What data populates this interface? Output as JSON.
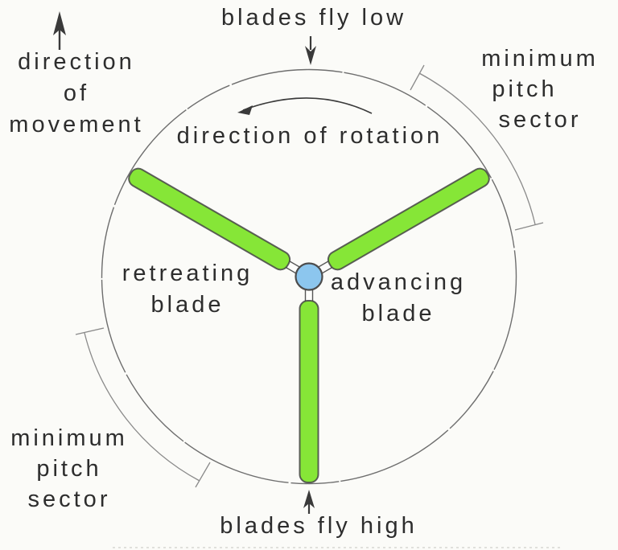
{
  "diagram_type": "helicopter-rotor-disc-diagram",
  "labels": {
    "blades_fly_low": "blades fly low",
    "blades_fly_high": "blades fly high",
    "direction_of_rotation": "direction of rotation",
    "direction_of_movement": {
      "lines": [
        "direction",
        "of",
        "movement"
      ]
    },
    "minimum_pitch_sector_top_right": {
      "lines": [
        "minimum",
        "pitch",
        "sector"
      ]
    },
    "minimum_pitch_sector_bottom_left": {
      "lines": [
        "minimum",
        "pitch",
        "sector"
      ]
    },
    "retreating_blade": {
      "lines": [
        "retreating",
        "blade"
      ]
    },
    "advancing_blade": {
      "lines": [
        "advancing",
        "blade"
      ]
    }
  },
  "rotor": {
    "blade_count": 3,
    "blade_positions_deg": [
      30,
      150,
      270
    ],
    "rotation_direction": "counterclockwise",
    "blade_color": "#86e637",
    "hub_color": "#8cc6ee",
    "neck_color": "#fdfdfb"
  },
  "colors": {
    "background": "#fbfbf8",
    "disc_outline": "#6e6e6e",
    "sector_bracket": "#8a8a8a",
    "arrow_ink": "#3a3a3a",
    "text": "#2d2d2d"
  },
  "icons": {
    "movement_arrow": "arrow-up",
    "fly_low_arrow": "arrow-down",
    "fly_high_arrow": "arrow-up",
    "rotation_arrow": "curved-arrow-counterclockwise"
  }
}
